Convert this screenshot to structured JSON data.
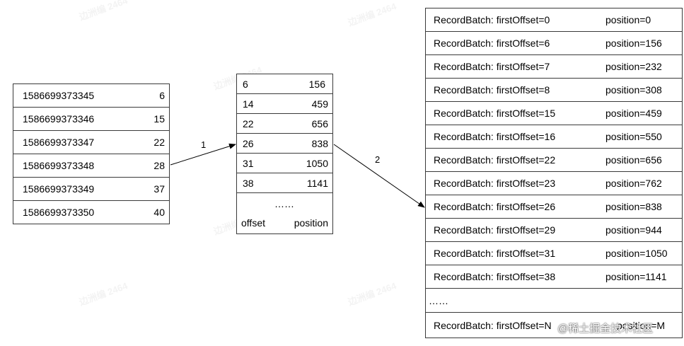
{
  "timeindex": {
    "rows": [
      {
        "timestamp": "1586699373345",
        "offset": "6"
      },
      {
        "timestamp": "1586699373346",
        "offset": "15"
      },
      {
        "timestamp": "1586699373347",
        "offset": "22"
      },
      {
        "timestamp": "1586699373348",
        "offset": "28"
      },
      {
        "timestamp": "1586699373349",
        "offset": "37"
      },
      {
        "timestamp": "1586699373350",
        "offset": "40"
      }
    ]
  },
  "offsetindex": {
    "rows": [
      {
        "offset": "6",
        "position": "156"
      },
      {
        "offset": "14",
        "position": "459"
      },
      {
        "offset": "22",
        "position": "656"
      },
      {
        "offset": "26",
        "position": "838"
      },
      {
        "offset": "31",
        "position": "1050"
      },
      {
        "offset": "38",
        "position": "1141"
      }
    ],
    "ellipsis": "……",
    "header_offset": "offset",
    "header_position": "position"
  },
  "log": {
    "rows": [
      {
        "batch": "RecordBatch: firstOffset=0",
        "position": "position=0"
      },
      {
        "batch": "RecordBatch: firstOffset=6",
        "position": "position=156"
      },
      {
        "batch": "RecordBatch: firstOffset=7",
        "position": "position=232"
      },
      {
        "batch": "RecordBatch: firstOffset=8",
        "position": "position=308"
      },
      {
        "batch": "RecordBatch: firstOffset=15",
        "position": "position=459"
      },
      {
        "batch": "RecordBatch: firstOffset=16",
        "position": "position=550"
      },
      {
        "batch": "RecordBatch: firstOffset=22",
        "position": "position=656"
      },
      {
        "batch": "RecordBatch: firstOffset=23",
        "position": "position=762"
      },
      {
        "batch": "RecordBatch: firstOffset=26",
        "position": "position=838"
      },
      {
        "batch": "RecordBatch: firstOffset=29",
        "position": "position=944"
      },
      {
        "batch": "RecordBatch: firstOffset=31",
        "position": "position=1050"
      },
      {
        "batch": "RecordBatch: firstOffset=38",
        "position": "position=1141"
      }
    ],
    "ellipsis": "……",
    "last": {
      "batch": "RecordBatch: firstOffset=N",
      "position": "position=M"
    }
  },
  "arrows": {
    "step1": "1",
    "step2": "2"
  },
  "watermark": {
    "text": "@稀土掘金技术社区",
    "repeat_text": "边洲编 2464"
  }
}
